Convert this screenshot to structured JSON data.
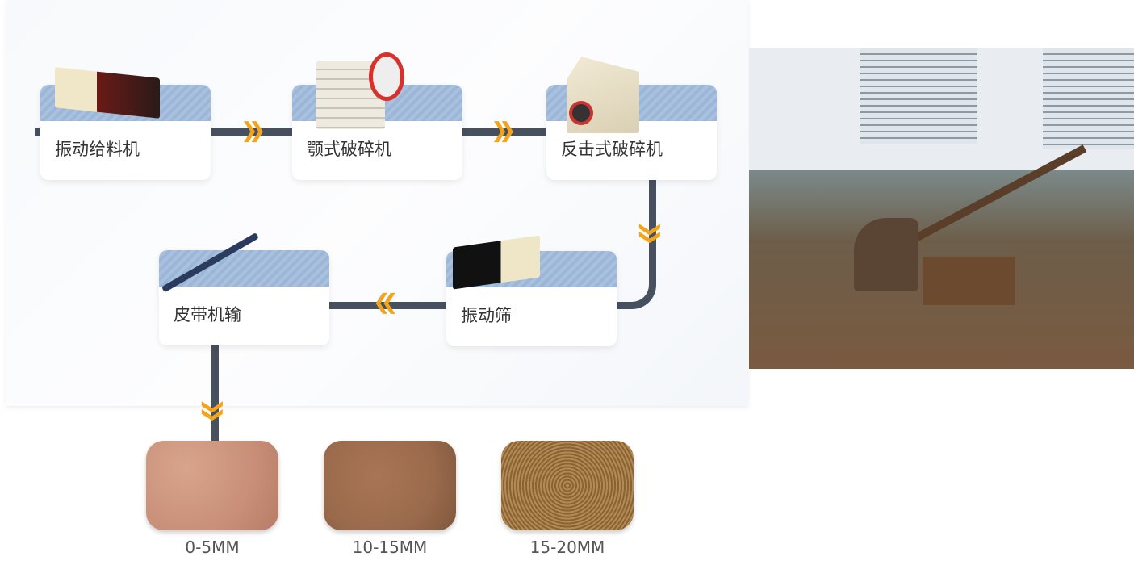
{
  "steps": [
    {
      "label": "振动给料机",
      "icon": "vibrating-feeder"
    },
    {
      "label": "颚式破碎机",
      "icon": "jaw-crusher"
    },
    {
      "label": "反击式破碎机",
      "icon": "impact-crusher"
    },
    {
      "label": "振动筛",
      "icon": "vibrating-screen"
    },
    {
      "label": "皮带机输",
      "icon": "belt-conveyor"
    }
  ],
  "outputs": [
    {
      "label": "0-5MM",
      "color": "#c98f78"
    },
    {
      "label": "10-15MM",
      "color": "#9a6a4c"
    },
    {
      "label": "15-20MM",
      "color": "#a57a45"
    }
  ],
  "colors": {
    "line": "#46505f",
    "arrow": "#f2a51c",
    "band": "#9cb6d8"
  }
}
